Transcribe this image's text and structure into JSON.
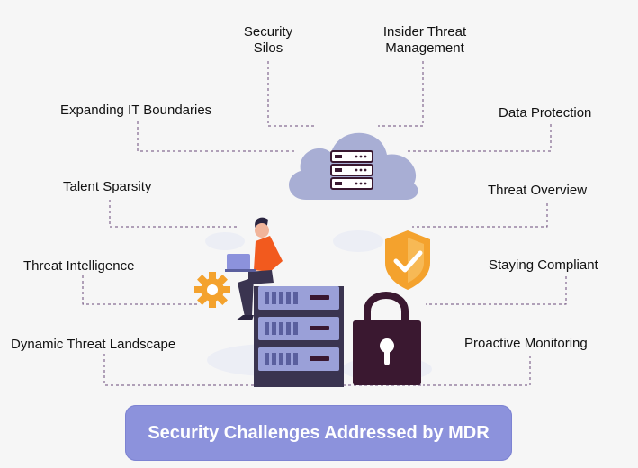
{
  "labels": {
    "security_silos": "Security\nSilos",
    "security_silos_l1": "Security",
    "security_silos_l2": "Silos",
    "insider_l1": "Insider Threat",
    "insider_l2": "Management",
    "expanding": "Expanding IT Boundaries",
    "data_protection": "Data Protection",
    "talent": "Talent Sparsity",
    "threat_overview": "Threat Overview",
    "threat_intel": "Threat Intelligence",
    "staying_compliant": "Staying Compliant",
    "dynamic": "Dynamic Threat Landscape",
    "proactive": "Proactive Monitoring"
  },
  "title": "Security Challenges Addressed by MDR",
  "colors": {
    "cloud": "#a8aed4",
    "accent": "#8c92dc",
    "lock": "#3a1830",
    "shield": "#f4a22d",
    "gear": "#f4a22d",
    "person_shirt": "#f25a1e",
    "dashed": "#6b4a7a"
  }
}
